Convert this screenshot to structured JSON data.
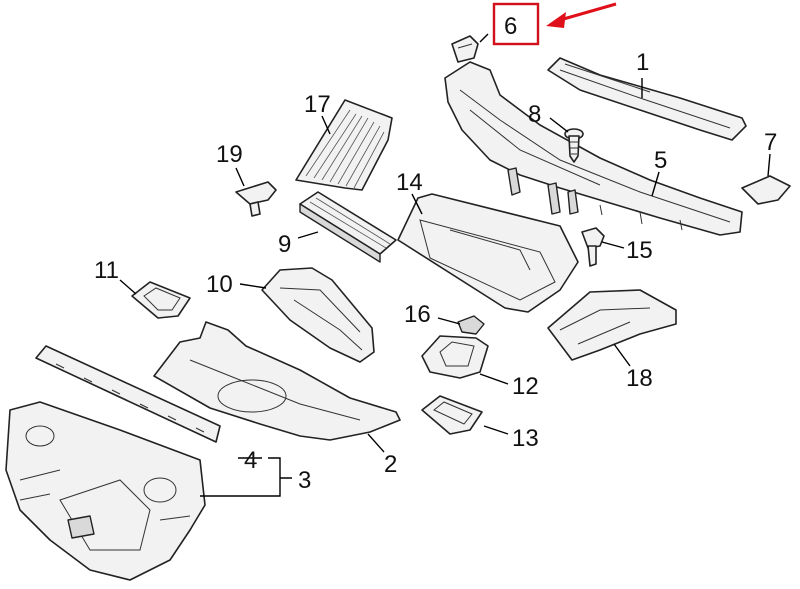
{
  "callouts": [
    {
      "id": "1",
      "label": "1"
    },
    {
      "id": "2",
      "label": "2"
    },
    {
      "id": "3",
      "label": "3"
    },
    {
      "id": "4",
      "label": "4"
    },
    {
      "id": "5",
      "label": "5"
    },
    {
      "id": "6",
      "label": "6"
    },
    {
      "id": "7",
      "label": "7"
    },
    {
      "id": "8",
      "label": "8"
    },
    {
      "id": "9",
      "label": "9"
    },
    {
      "id": "10",
      "label": "10"
    },
    {
      "id": "11",
      "label": "11"
    },
    {
      "id": "12",
      "label": "12"
    },
    {
      "id": "13",
      "label": "13"
    },
    {
      "id": "14",
      "label": "14"
    },
    {
      "id": "15",
      "label": "15"
    },
    {
      "id": "16",
      "label": "16"
    },
    {
      "id": "17",
      "label": "17"
    },
    {
      "id": "18",
      "label": "18"
    },
    {
      "id": "19",
      "label": "19"
    }
  ],
  "highlight": {
    "callout": "6",
    "box_color": "#d0101a",
    "arrow_color": "#e0101a"
  }
}
